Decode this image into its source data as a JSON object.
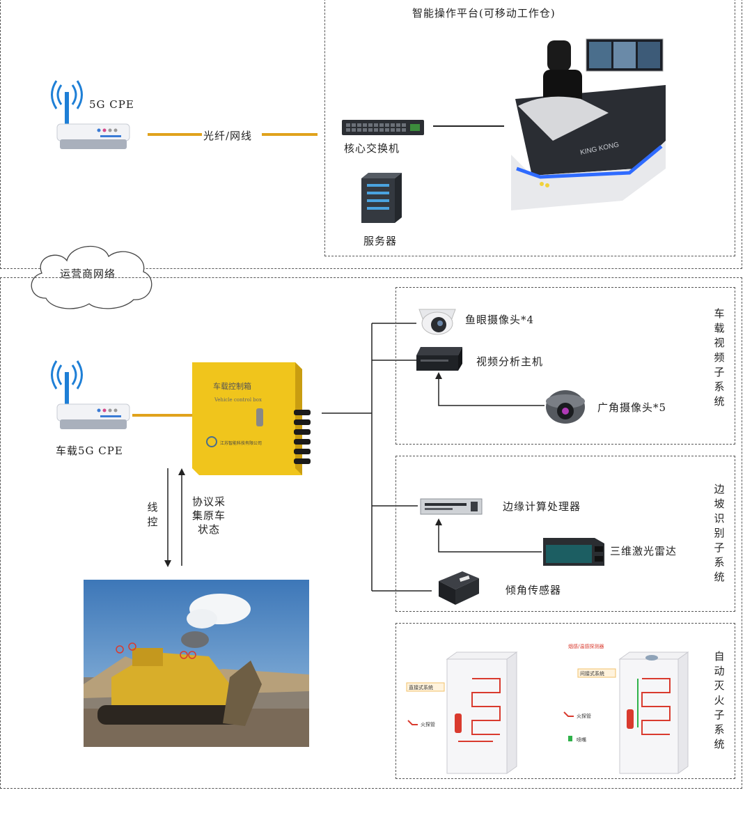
{
  "top": {
    "platform_title": "智能操作平台(可移动工作仓)",
    "cpe_label": "5G CPE",
    "fiber_label": "光纤/网线",
    "switch_label": "核心交换机",
    "server_label": "服务器",
    "console_brand": "KING KONG"
  },
  "cloud": {
    "label": "运营商网络"
  },
  "vehicle": {
    "cpe_label": "车载5G CPE",
    "box_title": "车载控制箱",
    "box_subtitle": "Vehicle control box",
    "box_maker": "江苏智能科技有限公司",
    "wire_label": "线控",
    "protocol_label": "协议采集原车状态"
  },
  "video": {
    "title": "车载视频子系统",
    "fisheye_label": "鱼眼摄像头*4",
    "host_label": "视频分析主机",
    "wide_label": "广角摄像头*5"
  },
  "slope": {
    "title": "边坡识别子系统",
    "edge_label": "边缘计算处理器",
    "lidar_label": "三维激光雷达",
    "tilt_label": "倾角传感器"
  },
  "fire": {
    "title": "自动灭火子系统",
    "direct_tag": "直接式系统",
    "direct_legend": "火探管",
    "indirect_top": "烟感/温感探测器",
    "indirect_tag": "间接式系统",
    "indirect_legend1": "火探管",
    "indirect_legend2": "喷嘴"
  },
  "colors": {
    "fiber": "#e0a21c",
    "box": "#f0c51c",
    "wifi": "#1e7fd6",
    "red": "#d93a2e"
  }
}
